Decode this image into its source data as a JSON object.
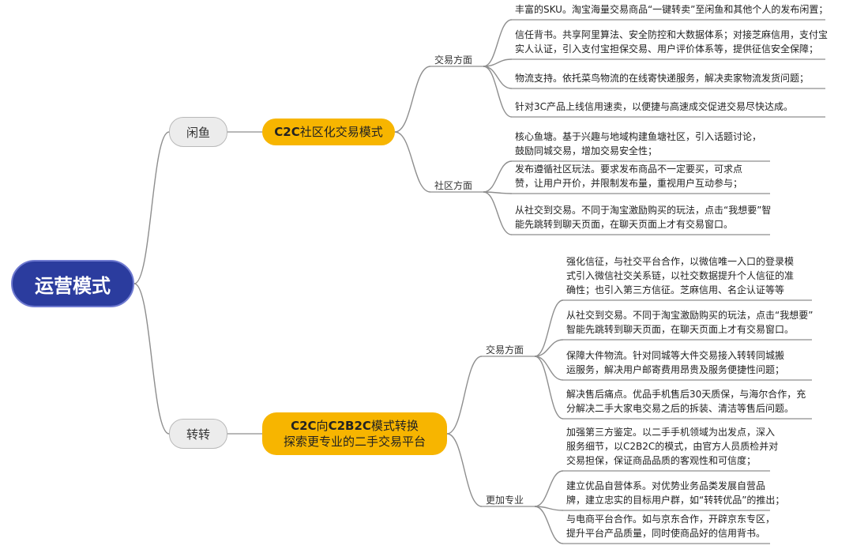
{
  "root": "运营模式",
  "branches": [
    {
      "label": "闲鱼",
      "model_bold": "C2C",
      "model_rest": "社区化交易模式",
      "groups": [
        {
          "label": "交易方面",
          "items": [
            [
              "丰富的SKU。淘宝海量交易商品“一键转卖”至闲鱼和其他个人的发布闲置；"
            ],
            [
              "信任背书。共享阿里算法、安全防控和大数据体系；对接芝麻信用，支付宝",
              "实人认证，引入支付宝担保交易、用户评价体系等，提供征信安全保障；"
            ],
            [
              "物流支持。依托菜鸟物流的在线寄快递服务，解决卖家物流发货问题；"
            ],
            [
              "针对3C产品上线信用速卖，以便捷与高速成交促进交易尽快达成。"
            ]
          ]
        },
        {
          "label": "社区方面",
          "items": [
            [
              "核心鱼塘。基于兴趣与地域构建鱼塘社区，引入话题讨论，",
              "鼓励同城交易，增加交易安全性；"
            ],
            [
              "发布遵循社区玩法。要求发布商品不一定要买，可求点",
              "赞，让用户开价，并限制发布量，重视用户互动参与；"
            ],
            [
              "从社交到交易。不同于淘宝激励购买的玩法，点击“我想要”智",
              "能先跳转到聊天页面，在聊天页面上才有交易窗口。"
            ]
          ]
        }
      ]
    },
    {
      "label": "转转",
      "model_line1_parts": [
        "C2C",
        "向",
        "C2B2C",
        "模式转换"
      ],
      "model_line2": "探索更专业的二手交易平台",
      "groups": [
        {
          "label": "交易方面",
          "items": [
            [
              "强化信征，与社交平台合作，以微信唯一入口的登录模",
              "式引入微信社交关系链，以社交数据提升个人信征的准",
              "确性；也引入第三方信征。芝麻信用、名企认证等等"
            ],
            [
              "从社交到交易。不同于淘宝激励购买的玩法，点击“我想要”",
              "智能先跳转到聊天页面，在聊天页面上才有交易窗口。"
            ],
            [
              "保障大件物流。针对同城等大件交易接入转转同城搬",
              "运服务，解决用户邮寄费用昂贵及服务便捷性问题；"
            ],
            [
              "解决售后痛点。优品手机售后30天质保，与海尔合作，充",
              "分解决二手大家电交易之后的拆装、清洁等售后问题。"
            ]
          ]
        },
        {
          "label": "更加专业",
          "items": [
            [
              "加强第三方鉴定。以二手手机领域为出发点，深入",
              "服务细节，以C2B2C的模式，由官方人员质检并对",
              "交易担保，保证商品品质的客观性和可信度；"
            ],
            [
              "建立优品自营体系。对优势业务品类发展自营品",
              "牌，建立忠实的目标用户群，如“转转优品”的推出；"
            ],
            [
              "与电商平台合作。如与京东合作，开辟京东专区，",
              "提升平台产品质量，同时使商品好的信用背书。"
            ]
          ]
        }
      ]
    }
  ]
}
